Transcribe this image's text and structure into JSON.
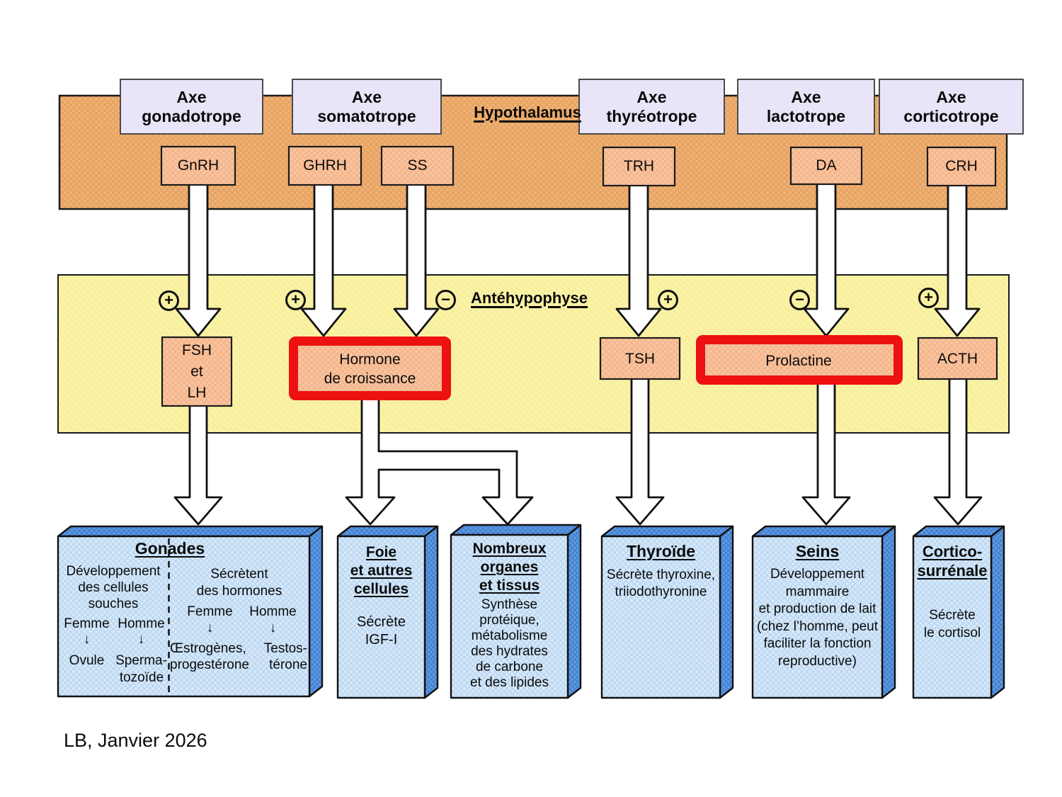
{
  "axes": [
    {
      "label": "Axe\ngonadotrope"
    },
    {
      "label": "Axe\nsomatotrope"
    },
    {
      "label": "Axe\nthyréotrope"
    },
    {
      "label": "Axe\nlactotrope"
    },
    {
      "label": "Axe\ncorticotrope"
    }
  ],
  "regions": {
    "hypothalamus": "Hypothalamus",
    "antehypophyse": "Antéhypophyse"
  },
  "releasing_hormones": [
    {
      "label": "GnRH"
    },
    {
      "label": "GHRH"
    },
    {
      "label": "SS"
    },
    {
      "label": "TRH"
    },
    {
      "label": "DA"
    },
    {
      "label": "CRH"
    }
  ],
  "pituitary_hormones": {
    "fsh_lh": "FSH\net\nLH",
    "gh": "Hormone\nde croissance",
    "tsh": "TSH",
    "prolactine": "Prolactine",
    "acth": "ACTH"
  },
  "signs": [
    {
      "symbol": "+"
    },
    {
      "symbol": "+"
    },
    {
      "symbol": "−"
    },
    {
      "symbol": "+"
    },
    {
      "symbol": "−"
    },
    {
      "symbol": "+"
    }
  ],
  "organs": {
    "gonades": {
      "title": "Gonades",
      "down_arrow": "↓",
      "left": {
        "heading": "Développement\ndes cellules\nsouches",
        "femme": "Femme",
        "homme": "Homme",
        "ovule": "Ovule",
        "spermatozoide_l1": "Sperma-",
        "spermatozoide_l2": "tozoïde"
      },
      "right": {
        "heading": "Sécrètent\ndes hormones",
        "femme": "Femme",
        "homme": "Homme",
        "femme_hormones_l1": "Œstrogènes,",
        "femme_hormones_l2": "progestérone",
        "homme_hormones_l1": "Testos-",
        "homme_hormones_l2": "térone"
      }
    },
    "foie": {
      "title": "Foie\net autres\ncellules",
      "body": "Sécrète\nIGF-I"
    },
    "nombreux": {
      "title": "Nombreux\norganes\net tissus",
      "body": "Synthèse\nprotéique,\nmétabolisme\ndes hydrates\nde carbone\net des lipides"
    },
    "thyroide": {
      "title": "Thyroïde",
      "body": "Sécrète thyroxine,\ntriiodothyronine"
    },
    "seins": {
      "title": "Seins",
      "body": "Développement\nmammaire\net production de lait\n(chez l’homme, peut\nfaciliter la fonction\nreproductive)"
    },
    "cortico": {
      "title": "Cortico-\nsurrénale",
      "body": "Sécrète\nle cortisol"
    }
  },
  "footer": "LB, Janvier 2026",
  "colors": {
    "hypothalamus_band": "#f0b173",
    "antehypophyse_band": "#faf3a6",
    "hormone_box": "#f8c59c",
    "axis_box": "#e9e4f7",
    "highlight_red": "#ee1111",
    "organ_front_blue": "#d4e8f8",
    "organ_side_blue": "#5b9ae4"
  }
}
